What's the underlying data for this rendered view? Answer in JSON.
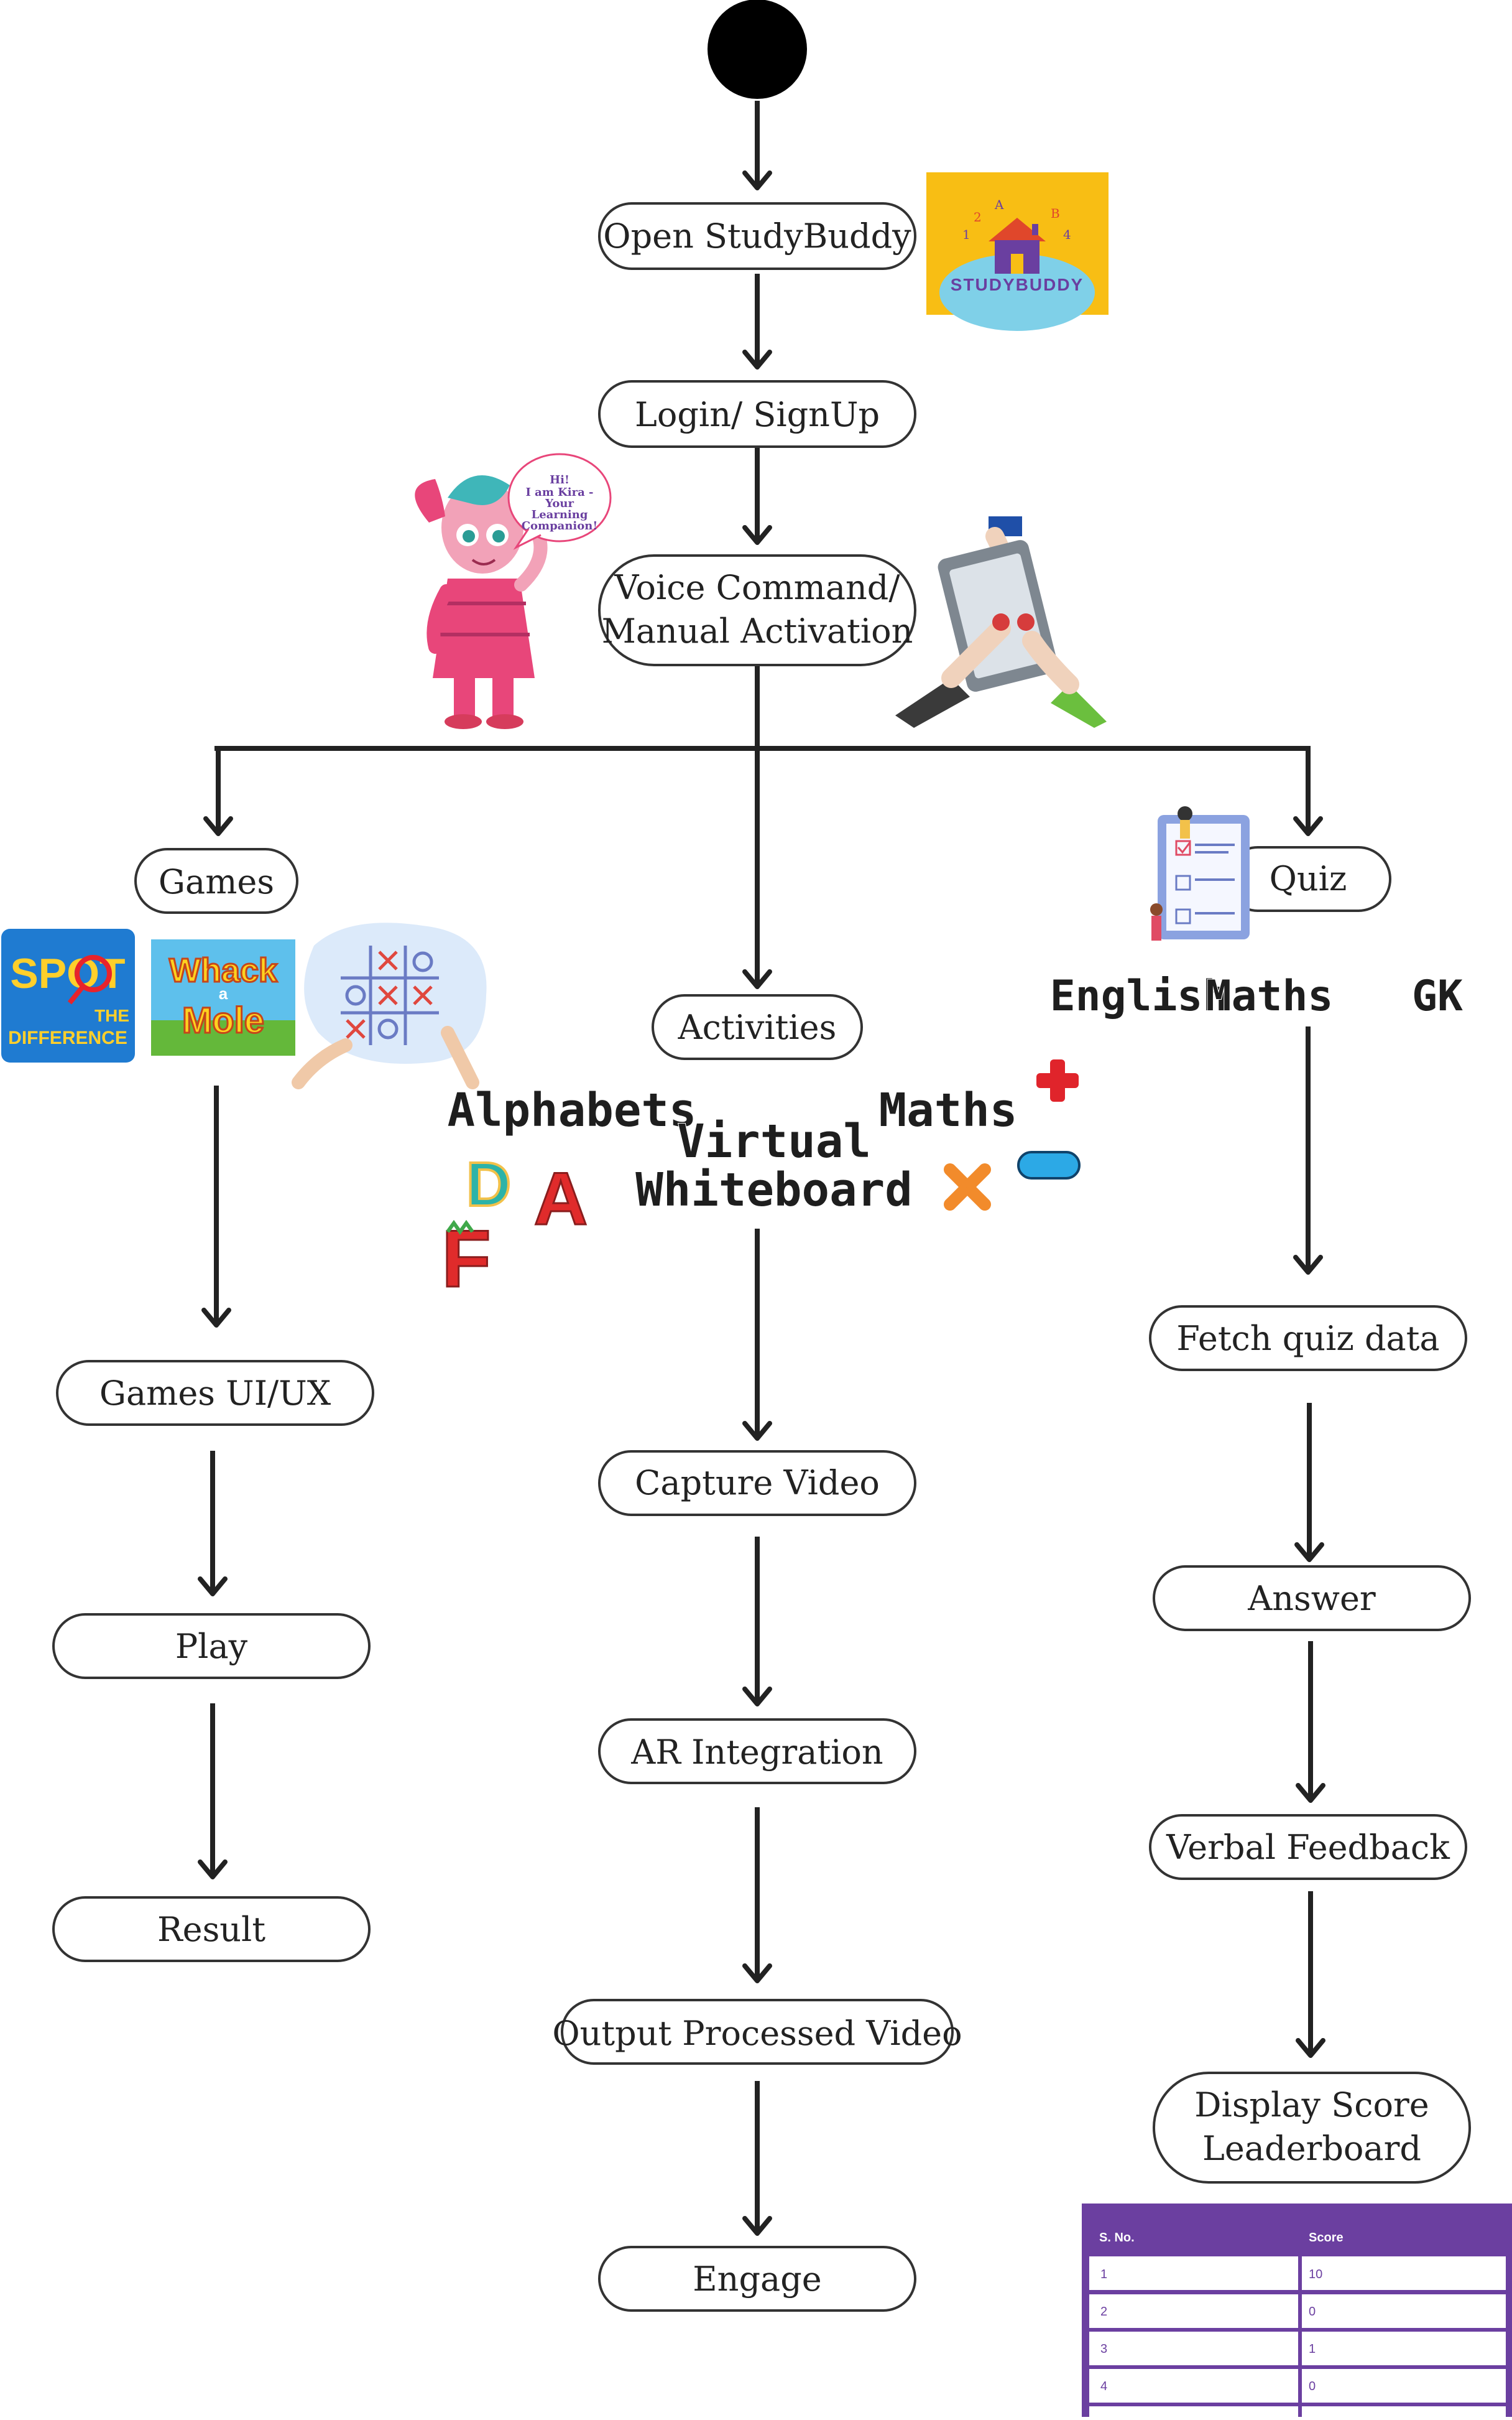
{
  "colors": {
    "line": "#222222",
    "studybuddy_bg": "#f8be14",
    "studybuddy_house": "#6a3fa0",
    "leaderboard_purple": "#6b3fa0",
    "kira_pink": "#e8467a",
    "kira_hair_teal": "#3fb6b9"
  },
  "nodes": {
    "open": "Open StudyBuddy",
    "login": "Login/ SignUp",
    "activation_line1": "Voice Command/",
    "activation_line2": "Manual Activation",
    "games": "Games",
    "activities": "Activities",
    "quiz": "Quiz",
    "games_ui": "Games UI/UX",
    "play": "Play",
    "result": "Result",
    "capture": "Capture Video",
    "ar": "AR Integration",
    "output": "Output Processed Video",
    "engage": "Engage",
    "fetch": "Fetch quiz data",
    "answer": "Answer",
    "feedback": "Verbal Feedback",
    "display_line1": "Display Score",
    "display_line2": "Leaderboard"
  },
  "logo": {
    "name": "STUDYBUDDY",
    "icon": "house-icon"
  },
  "kira_bubble": [
    "Hi!",
    "I am Kira -",
    "Your",
    "Learning",
    "Companion!"
  ],
  "game_thumbs": {
    "spot": [
      "SPOT",
      "THE",
      "DIFFERENCE"
    ],
    "whack": [
      "Whack",
      "a",
      "Mole"
    ],
    "tictactoe_icon": "tic-tac-toe-icon"
  },
  "activity_labels": {
    "alphabets": "Alphabets",
    "virtual": "Virtual",
    "whiteboard": "Whiteboard",
    "maths": "Maths",
    "letters": [
      "D",
      "A",
      "F"
    ],
    "ops": [
      "+",
      "×",
      "−"
    ]
  },
  "quiz_subjects": [
    "English",
    "Maths",
    "GK"
  ],
  "leaderboard": {
    "headers": [
      "S. No.",
      "Score"
    ],
    "rows": [
      [
        "1",
        "10"
      ],
      [
        "2",
        "0"
      ],
      [
        "3",
        "1"
      ],
      [
        "4",
        "0"
      ]
    ]
  }
}
